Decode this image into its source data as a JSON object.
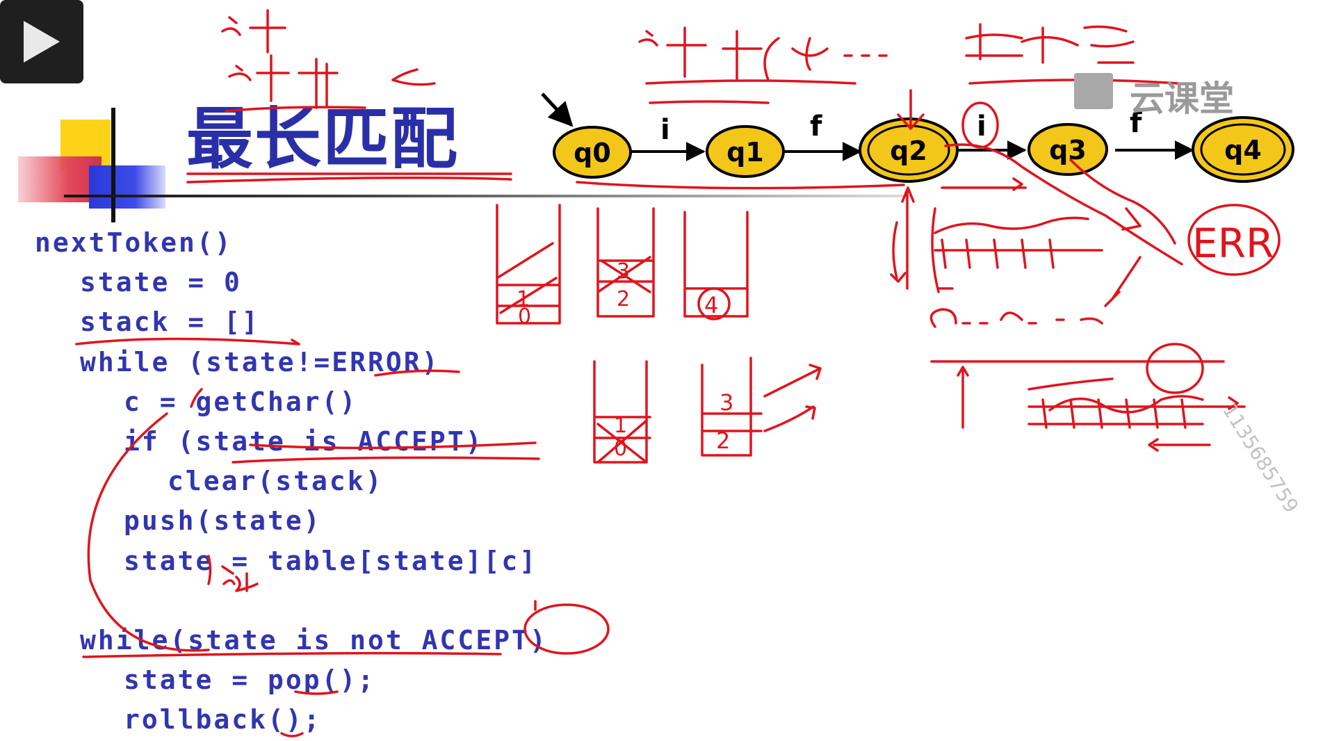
{
  "slide": {
    "title": "最长匹配",
    "code_lines": [
      "nextToken()",
      "state = 0",
      "stack = []",
      "while (state!=ERROR)",
      "c = getChar()",
      "if (state is ACCEPT)",
      "clear(stack)",
      "push(state)",
      "state = table[state][c]",
      "while(state is not ACCEPT)",
      "state = pop();",
      "rollback();"
    ]
  },
  "automaton": {
    "states": [
      "q0",
      "q1",
      "q2",
      "q3",
      "q4"
    ],
    "accepting": [
      "q2",
      "q4"
    ],
    "transitions": [
      "i",
      "f",
      "i",
      "f"
    ]
  },
  "annotations": {
    "stack_values": [
      "1",
      "0",
      "3",
      "2",
      "4",
      "1",
      "0",
      "3",
      "2"
    ],
    "err_label": "ERR"
  },
  "watermark": {
    "brand": "云课堂",
    "user_id": "1135685759"
  },
  "player": {
    "play_icon": "play-icon"
  }
}
